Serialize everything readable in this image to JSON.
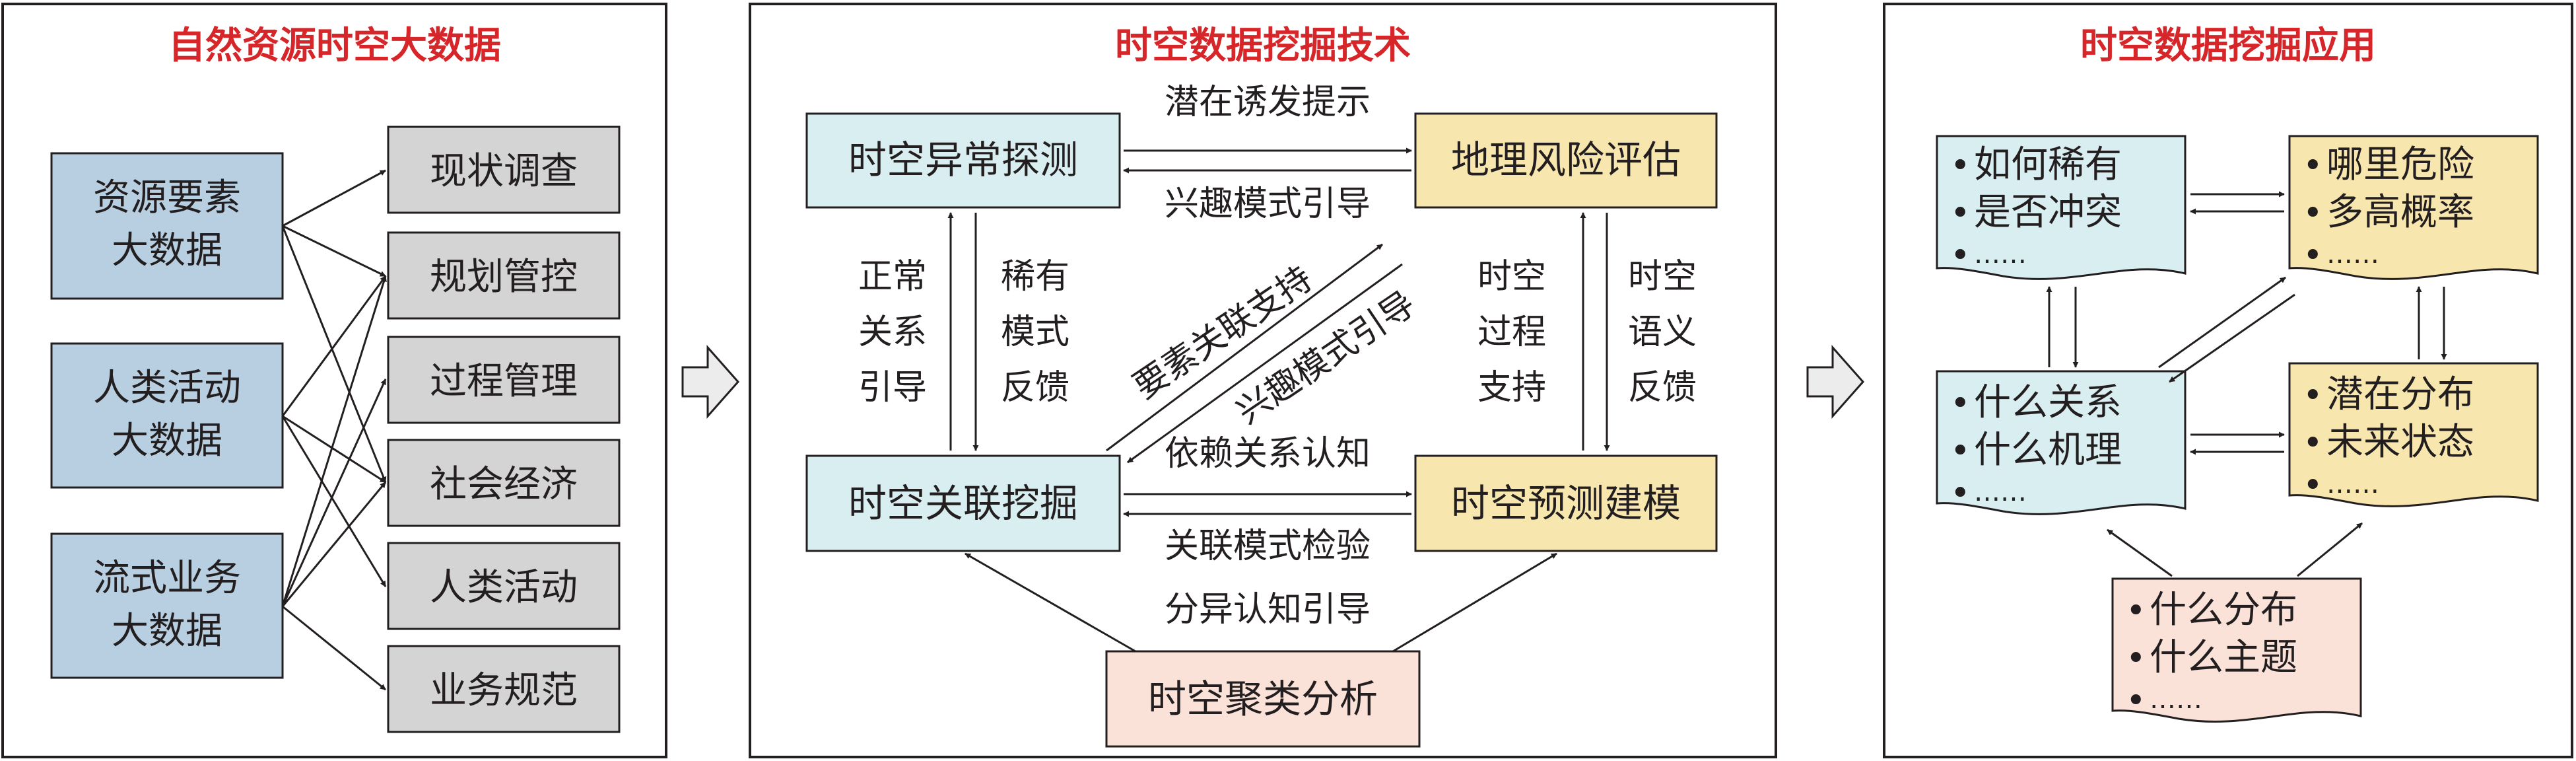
{
  "panel_left": {
    "title": "自然资源时空大数据",
    "sources": [
      {
        "line1": "资源要素",
        "line2": "大数据"
      },
      {
        "line1": "人类活动",
        "line2": "大数据"
      },
      {
        "line1": "流式业务",
        "line2": "大数据"
      }
    ],
    "targets": [
      "现状调查",
      "规划管控",
      "过程管理",
      "社会经济",
      "人类活动",
      "业务规范"
    ]
  },
  "panel_middle": {
    "title": "时空数据挖掘技术",
    "nodes": {
      "anomaly": "时空异常探测",
      "risk": "地理风险评估",
      "association": "时空关联挖掘",
      "prediction": "时空预测建模",
      "cluster": "时空聚类分析"
    },
    "edge_labels": {
      "top_upper": "潜在诱发提示",
      "top_lower": "兴趣模式引导",
      "bottom_upper": "依赖关系认知",
      "bottom_lower": "关联模式检验",
      "bottom_extra": "分异认知引导",
      "left_left": [
        "正常",
        "关系",
        "引导"
      ],
      "left_right": [
        "稀有",
        "模式",
        "反馈"
      ],
      "right_left": [
        "时空",
        "过程",
        "支持"
      ],
      "right_right": [
        "时空",
        "语义",
        "反馈"
      ],
      "diag_upper": "要素关联支持",
      "diag_lower": "兴趣模式引导"
    }
  },
  "panel_right": {
    "title": "时空数据挖掘应用",
    "cards": {
      "top_left": [
        "如何稀有",
        "是否冲突",
        "……"
      ],
      "top_right": [
        "哪里危险",
        "多高概率",
        "……"
      ],
      "mid_left": [
        "什么关系",
        "什么机理",
        "……"
      ],
      "mid_right": [
        "潜在分布",
        "未来状态",
        "……"
      ],
      "bottom": [
        "什么分布",
        "什么主题",
        "……"
      ]
    },
    "bullet": "•"
  },
  "colors": {
    "title_red": "#d7262a",
    "source_blue": "#b7cfe0",
    "target_gray": "#d4d4d4",
    "anomaly_cyan": "#d9eef0",
    "risk_yellow": "#f7e6ad",
    "cluster_pink": "#fbe2d8"
  }
}
